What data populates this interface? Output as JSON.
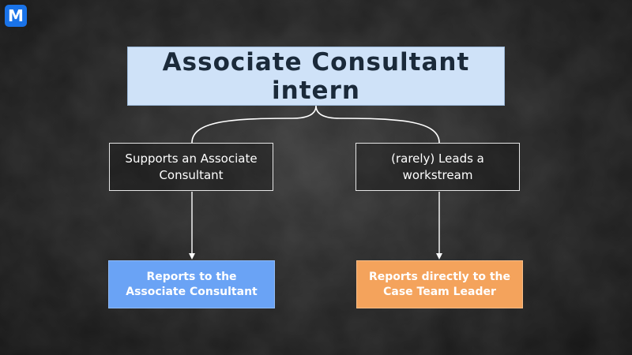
{
  "brand": {
    "logo_letter": "M",
    "logo_color": "#1a73e8"
  },
  "diagram": {
    "title": "Associate Consultant intern",
    "branches": [
      {
        "role": "Supports an Associate Consultant",
        "report": "Reports to the Associate Consultant",
        "report_color": "#6aa3f5"
      },
      {
        "role": "(rarely) Leads a workstream",
        "report": "Reports directly to the Case Team Leader",
        "report_color": "#f4a35c"
      }
    ]
  }
}
